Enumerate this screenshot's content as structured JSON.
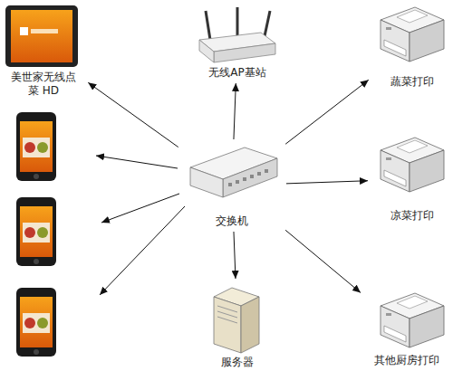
{
  "diagram": {
    "nodes": [
      {
        "text": [
          "美世家无线点 菜 HD"
        ]
      },
      {
        "text": [
          "无线AP基站"
        ]
      },
      {
        "text": [
          "蔬菜打印"
        ]
      },
      {
        "text": [
          "交换机"
        ]
      },
      {
        "text": [
          "凉菜打印"
        ]
      },
      {
        "text": [
          "服务器"
        ]
      },
      {
        "text": [
          "其他厨房打印"
        ]
      }
    ],
    "edges": [
      {
        "from": 3,
        "to": 0,
        "arrow": "to"
      },
      {
        "from": 3,
        "to": 1,
        "arrow": "to"
      },
      {
        "from": 3,
        "to": 2,
        "arrow": "to"
      },
      {
        "from": 3,
        "to": 4,
        "arrow": "to"
      },
      {
        "from": 3,
        "to": 5,
        "arrow": "to"
      },
      {
        "from": 3,
        "to": 6,
        "arrow": "to"
      }
    ]
  }
}
